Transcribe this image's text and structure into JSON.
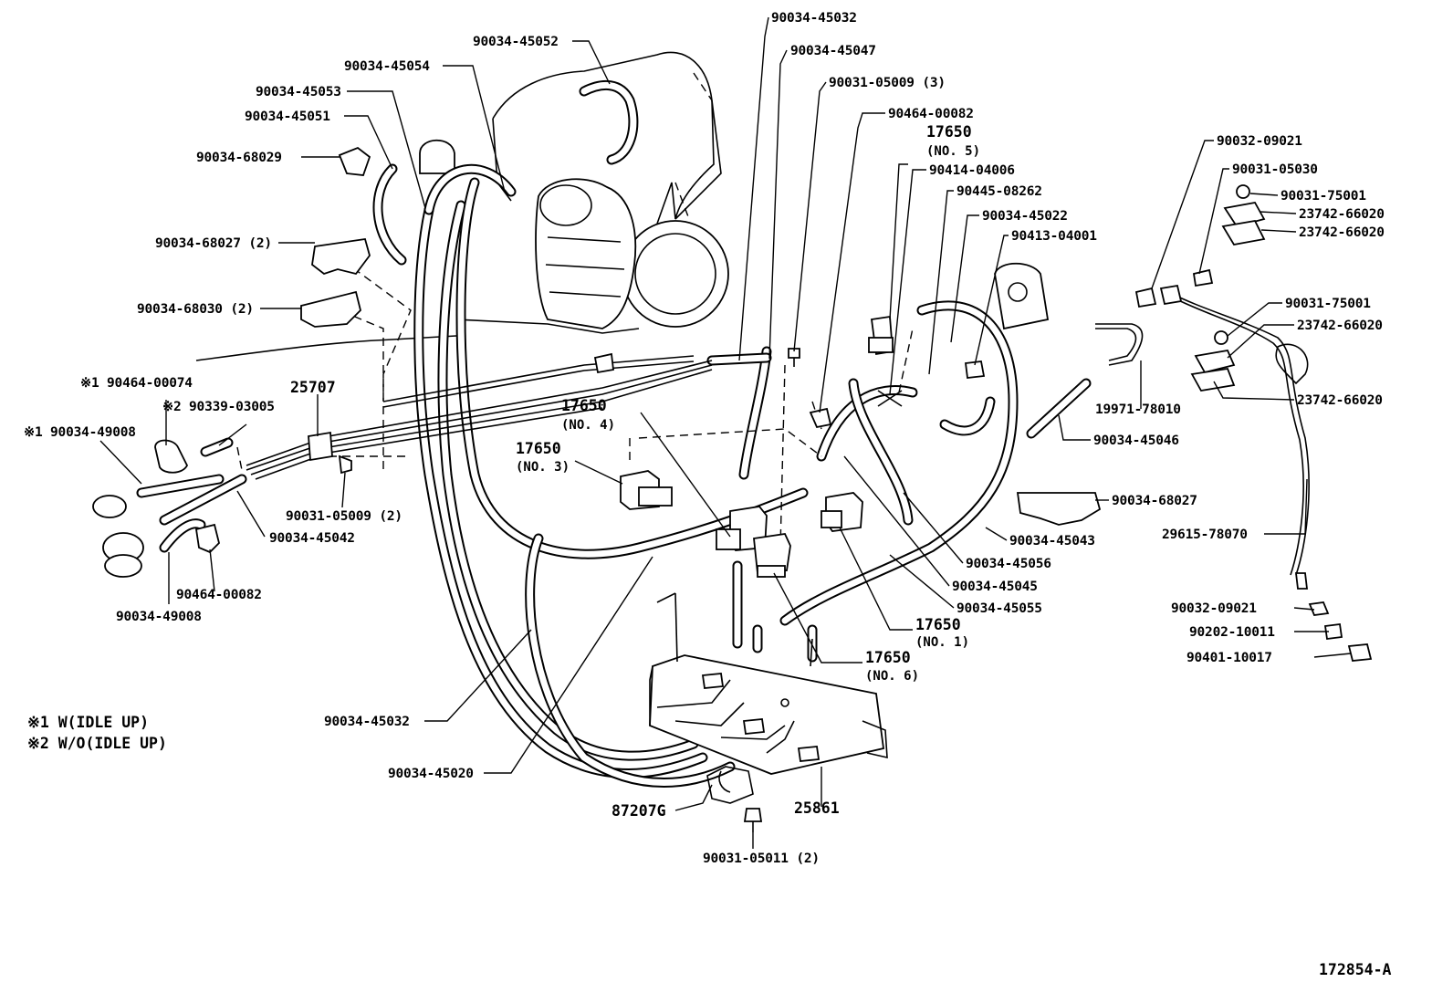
{
  "labels": {
    "l01": "90034-45032",
    "l02": "90034-45052",
    "l03": "90034-45047",
    "l04": "90034-45054",
    "l05": "90031-05009 (3)",
    "l06": "90034-45053",
    "l07": "90464-00082",
    "l08": "90034-45051",
    "l09a": "17650",
    "l09b": "(NO. 5)",
    "l10": "90034-68029",
    "l11": "90414-04006",
    "l12": "90445-08262",
    "l13": "90034-45022",
    "l14": "90034-68027 (2)",
    "l15": "90413-04001",
    "l16": "90034-68030 (2)",
    "l17": "90032-09021",
    "l18": "90031-05030",
    "l19": "90031-75001",
    "l20": "23742-66020",
    "l21": "23742-66020",
    "l22": "90031-75001",
    "l23": "23742-66020",
    "l24": "23742-66020",
    "l25": "19971-78010",
    "l26": "90034-45046",
    "l27": "※1 90464-00074",
    "l28": "25707",
    "l29": "※2 90339-03005",
    "l30": "※1 90034-49008",
    "l31a": "17650",
    "l31b": "(NO. 4)",
    "l32a": "17650",
    "l32b": "(NO. 3)",
    "l33": "90031-05009 (2)",
    "l34": "90034-45042",
    "l35": "90034-68027",
    "l36": "90034-45043",
    "l37": "29615-78070",
    "l38": "90034-45056",
    "l39": "90034-45045",
    "l40": "90464-00082",
    "l41": "90034-49008",
    "l42": "90034-45055",
    "l43a": "17650",
    "l43b": "(NO. 1)",
    "l44": "90032-09021",
    "l45": "90202-10011",
    "l46": "90401-10017",
    "l47a": "17650",
    "l47b": "(NO. 6)",
    "l48": "90034-45032",
    "l49": "90034-45020",
    "l50": "87207G",
    "l51": "25861",
    "l52": "90031-05011 (2)",
    "legend1": "※1 W(IDLE UP)",
    "legend2": "※2 W/O(IDLE UP)",
    "figure_id": "172854-A"
  }
}
